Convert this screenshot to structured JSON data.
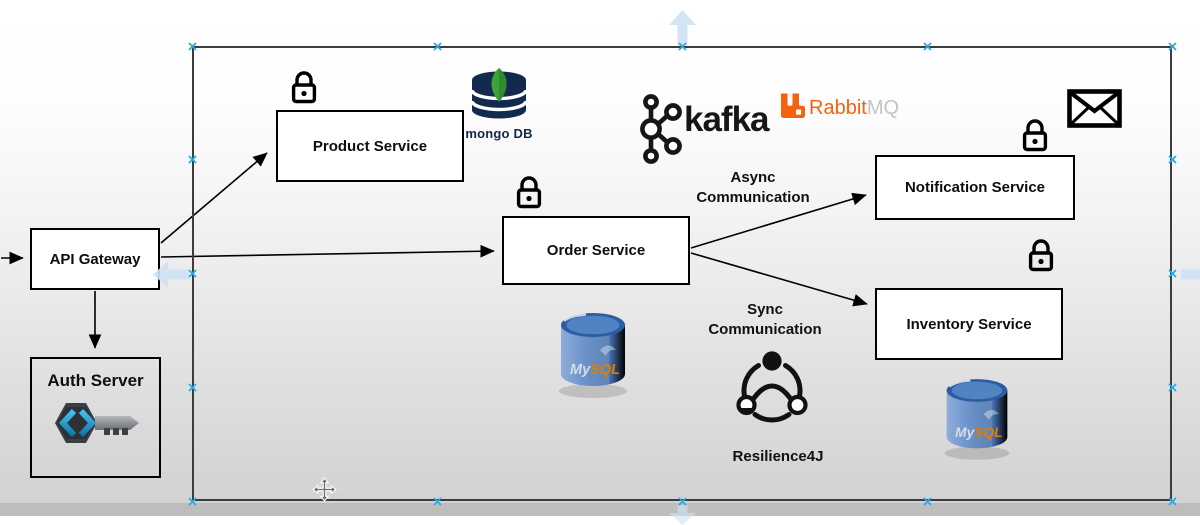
{
  "canvas": {
    "background_top": "#ffffff",
    "background_bottom": "#d1d1d1",
    "bottom_band_color": "#bdbdbd",
    "handle_blue": "#29a9e1",
    "hover_arrow_blue": "#cfe2f4"
  },
  "nodes": {
    "api_gateway": "API Gateway",
    "auth_server": "Auth Server",
    "product_service": "Product Service",
    "order_service": "Order Service",
    "notification_service": "Notification Service",
    "inventory_service": "Inventory Service"
  },
  "labels": {
    "async_line1": "Async",
    "async_line2": "Communication",
    "sync_line1": "Sync",
    "sync_line2": "Communication",
    "resilience": "Resilience4J"
  },
  "logos": {
    "mongodb_text": "mongo DB",
    "kafka_text": "kafka",
    "rabbit_text": "Rabbit",
    "mq_text": "MQ",
    "mysql_my": "My",
    "mysql_sql": "SQL"
  },
  "icons": [
    "lock-icon",
    "envelope-icon",
    "auth-key-icon",
    "mongodb-leaf-db-icon",
    "kafka-nodes-icon",
    "rabbitmq-icon",
    "mysql-cylinder-icon",
    "resilience4j-icon",
    "move-cursor-icon",
    "connection-point-icon",
    "hover-direction-arrow-icon"
  ],
  "colors": {
    "rabbit_orange": "#f5610d",
    "mysql_orange": "#de7e00",
    "mongo_green": "#3fa037",
    "mongo_navy": "#14294e",
    "mysql_blue": "#4a77b9",
    "key_blue": "#2aa0d8"
  }
}
